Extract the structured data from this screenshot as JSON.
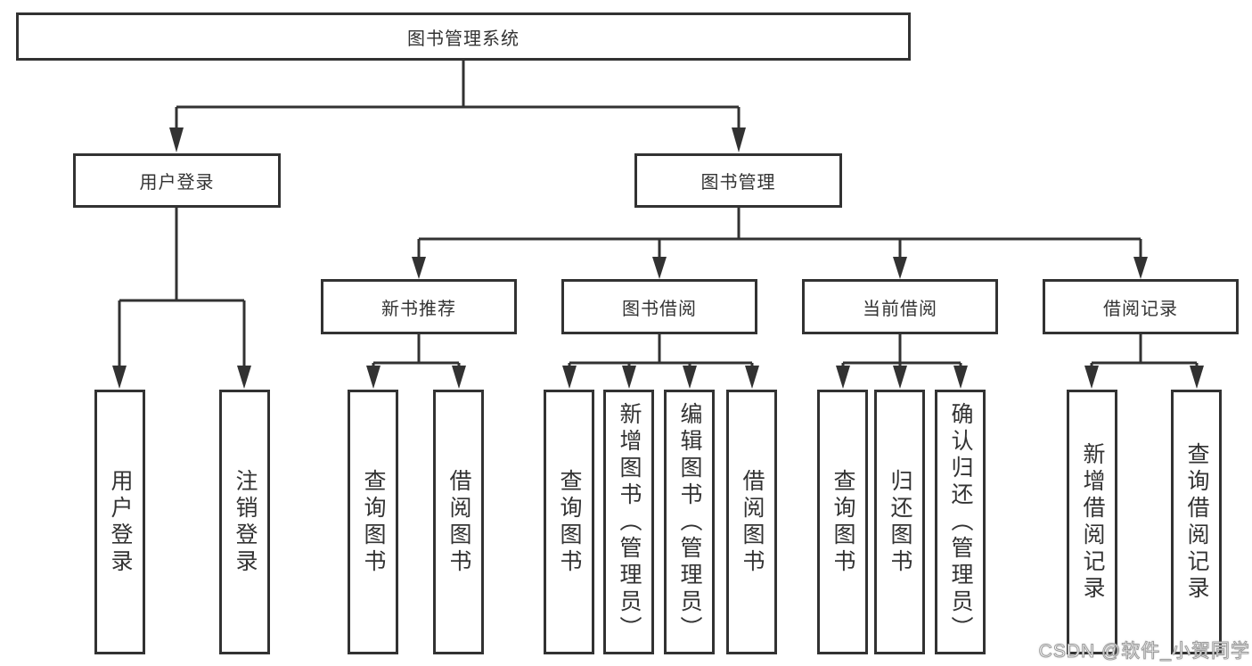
{
  "colors": {
    "line": "#323232",
    "text": "#333333",
    "background": "#ffffff",
    "watermark_fill": "#ffffff",
    "watermark_outline": "#9c9c9c"
  },
  "root": {
    "label": "图书管理系统"
  },
  "branches": {
    "user_login": {
      "label": "用户登录",
      "children": {
        "login": "用户登录",
        "logout": "注销登录"
      }
    },
    "book_management": {
      "label": "图书管理",
      "sections": {
        "new_book_recommend": {
          "label": "新书推荐",
          "children": {
            "query_book": "查询图书",
            "borrow_book": "借阅图书"
          }
        },
        "book_borrowing": {
          "label": "图书借阅",
          "children": {
            "query_book": "查询图书",
            "add_book": "新增图书（管理员）",
            "edit_book": "编辑图书（管理员）",
            "borrow_book": "借阅图书"
          }
        },
        "current_borrowing": {
          "label": "当前借阅",
          "children": {
            "query_book": "查询图书",
            "return_book": "归还图书",
            "confirm_return": "确认归还（管理员）"
          }
        },
        "borrowing_records": {
          "label": "借阅记录",
          "children": {
            "add_record": "新增借阅记录",
            "query_record": "查询借阅记录"
          }
        }
      }
    }
  },
  "watermark": {
    "text": "CSDN @软件_小贺同学"
  }
}
